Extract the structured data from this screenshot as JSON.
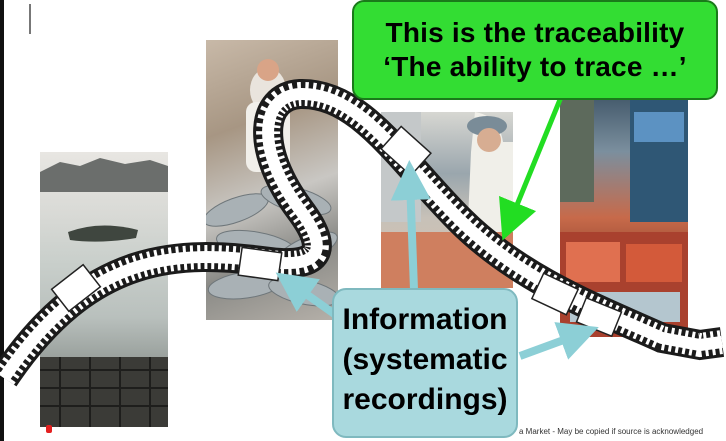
{
  "callouts": {
    "traceability": {
      "line1": "This is the traceability",
      "line2": "‘The ability to trace …’",
      "color": "#33dd33"
    },
    "information": {
      "line1": "Information",
      "line2": "(systematic",
      "line3": "recordings)",
      "color": "#a9d9de"
    }
  },
  "footer": {
    "text": "a Market - May be copied if source is acknowledged"
  },
  "photos": [
    {
      "name": "fish-farm-photo"
    },
    {
      "name": "fish-processing-photo"
    },
    {
      "name": "fish-store-photo"
    },
    {
      "name": "seafood-market-photo"
    }
  ],
  "colors": {
    "green_arrow": "#22dd22",
    "blue_arrow": "#8ccfd6",
    "film_strip": "#ffffff"
  }
}
